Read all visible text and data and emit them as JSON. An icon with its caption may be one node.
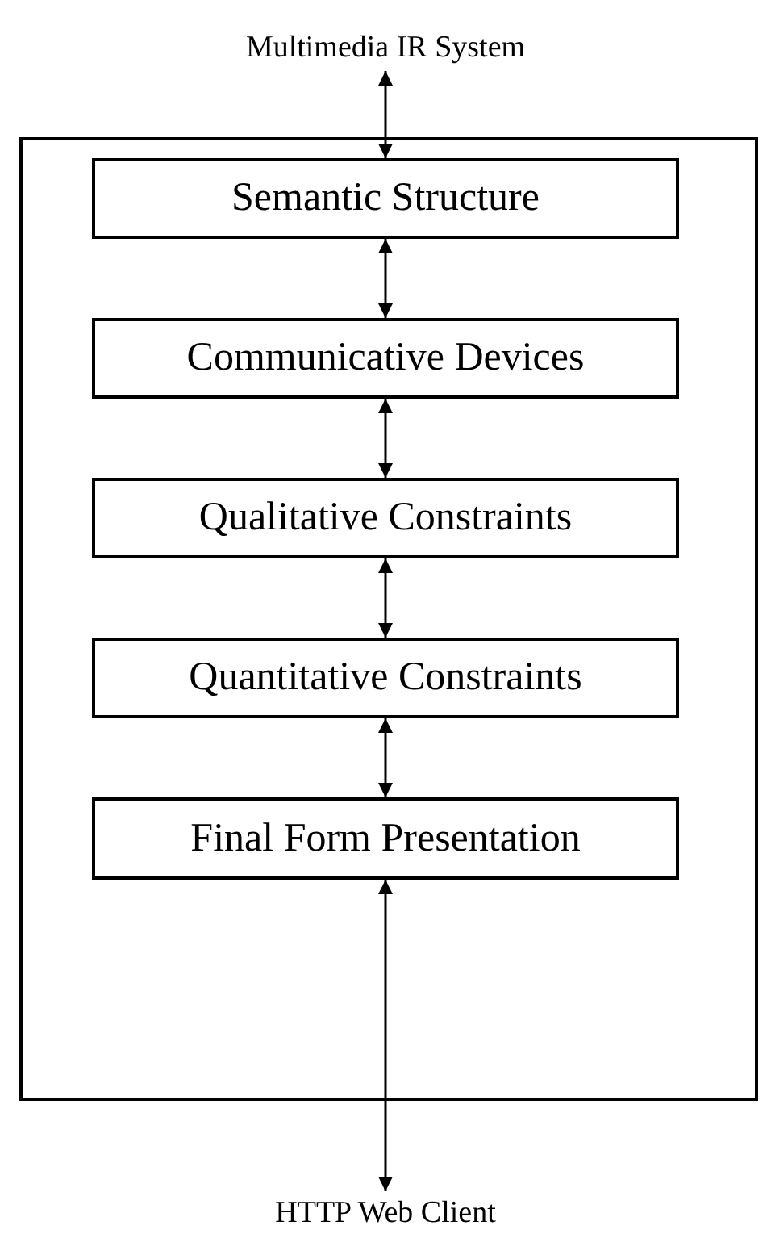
{
  "diagram": {
    "nodes": [
      {
        "text": [
          "Multimedia IR System"
        ]
      },
      {
        "text": [],
        "shape": "box"
      },
      {
        "text": [
          "Semantic Structure"
        ],
        "in": 1
      },
      {
        "text": [
          "Communicative Devices"
        ],
        "in": 1
      },
      {
        "text": [
          "Qualitative Constraints"
        ],
        "in": 1
      },
      {
        "text": [
          "Quantitative Constraints"
        ],
        "in": 1
      },
      {
        "text": [
          "Final Form Presentation"
        ],
        "in": 1
      },
      {
        "text": [
          "HTTP Web Client"
        ]
      }
    ],
    "edges": [
      {
        "from": 0,
        "to": 2,
        "arrow": "both"
      },
      {
        "from": 2,
        "to": 3,
        "arrow": "both"
      },
      {
        "from": 3,
        "to": 4,
        "arrow": "both"
      },
      {
        "from": 4,
        "to": 5,
        "arrow": "both"
      },
      {
        "from": 5,
        "to": 6,
        "arrow": "both"
      },
      {
        "from": 6,
        "to": 7,
        "arrow": "both"
      }
    ]
  }
}
